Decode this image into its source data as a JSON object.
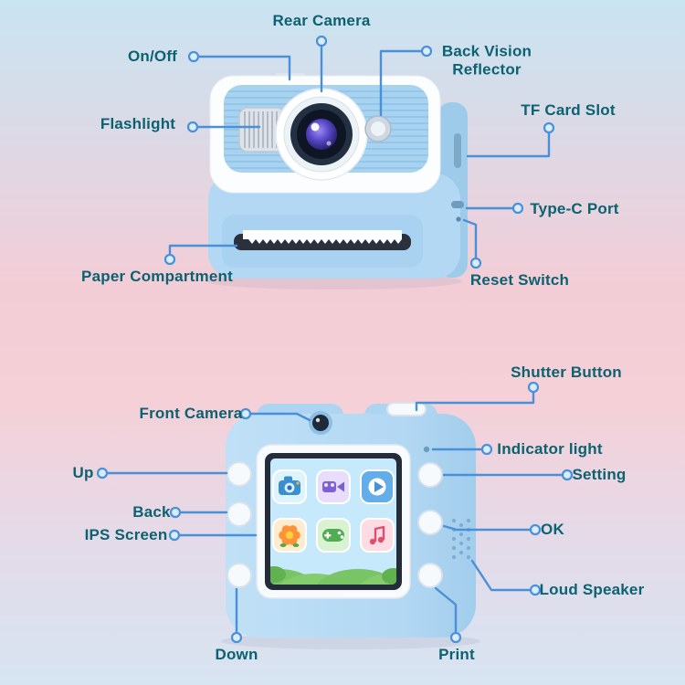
{
  "diagram": {
    "product": "Kids instant print camera parts diagram",
    "colors": {
      "label_text": "#0c6270",
      "leader_line": "#4a90d9",
      "camera_body": "#b3d8f3",
      "background_top": "#c9e4f2",
      "background_middle": "#f3cdd6",
      "background_bottom": "#d7e4f2"
    },
    "front_view": {
      "labels": {
        "rear_camera": "Rear Camera",
        "on_off": "On/Off",
        "back_vision_reflector": "Back Vision Reflector",
        "flashlight": "Flashlight",
        "tf_card_slot": "TF Card Slot",
        "type_c_port": "Type-C Port",
        "paper_compartment": "Paper Compartment",
        "reset_switch": "Reset Switch"
      }
    },
    "back_view": {
      "labels": {
        "shutter_button": "Shutter Button",
        "front_camera": "Front Camera",
        "indicator_light": "Indicator light",
        "up": "Up",
        "setting": "Setting",
        "back": "Back",
        "ok": "OK",
        "ips_screen": "IPS Screen",
        "loud_speaker": "Loud Speaker",
        "down": "Down",
        "print": "Print"
      },
      "screen_icons": [
        "camera-icon",
        "video-icon",
        "play-icon",
        "flower-icon",
        "game-controller-icon",
        "music-icon"
      ]
    }
  }
}
